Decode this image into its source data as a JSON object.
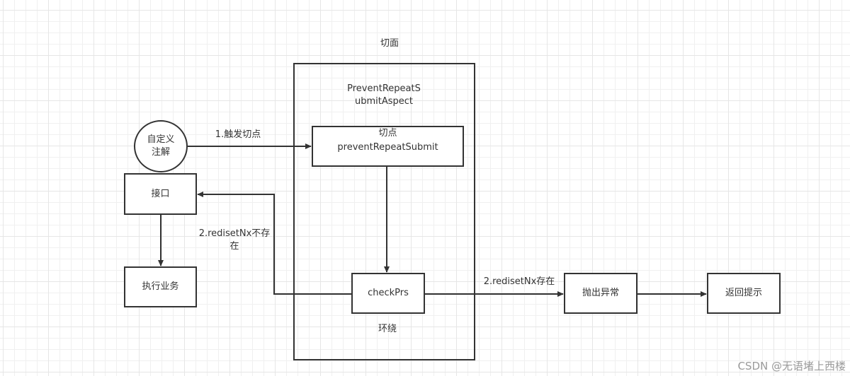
{
  "diagram": {
    "aspect_container": {
      "title": "切面",
      "class_name_line1": "PreventRepeatS",
      "class_name_line2": "ubmitAspect",
      "advice_label": "环绕"
    },
    "nodes": {
      "custom_annotation": {
        "line1": "自定义",
        "line2": "注解",
        "shape": "circle"
      },
      "interface": {
        "label": "接口"
      },
      "execute_business": {
        "label": "执行业务"
      },
      "pointcut": {
        "line1": "切点",
        "line2": "preventRepeatSubmit"
      },
      "check_prs": {
        "label": "checkPrs"
      },
      "throw_exception": {
        "label": "抛出异常"
      },
      "return_hint": {
        "label": "返回提示"
      }
    },
    "edges": [
      {
        "from": "custom_annotation",
        "to": "pointcut",
        "label": "1.触发切点"
      },
      {
        "from": "pointcut",
        "to": "check_prs",
        "label": ""
      },
      {
        "from": "check_prs",
        "to": "interface",
        "label_line1": "2.redisetNx不存",
        "label_line2": "在"
      },
      {
        "from": "interface",
        "to": "execute_business",
        "label": ""
      },
      {
        "from": "check_prs",
        "to": "throw_exception",
        "label": "2.redisetNx存在"
      },
      {
        "from": "throw_exception",
        "to": "return_hint",
        "label": ""
      }
    ],
    "edge_labels": {
      "trigger": "1.触发切点",
      "not_exists_line1": "2.redisetNx不存",
      "not_exists_line2": "在",
      "exists": "2.redisetNx存在"
    },
    "colors": {
      "stroke": "#333333",
      "text": "#333333",
      "grid": "#e6e6e6",
      "watermark": "#9a9a9a"
    }
  },
  "watermark": "CSDN @无语堵上西楼"
}
